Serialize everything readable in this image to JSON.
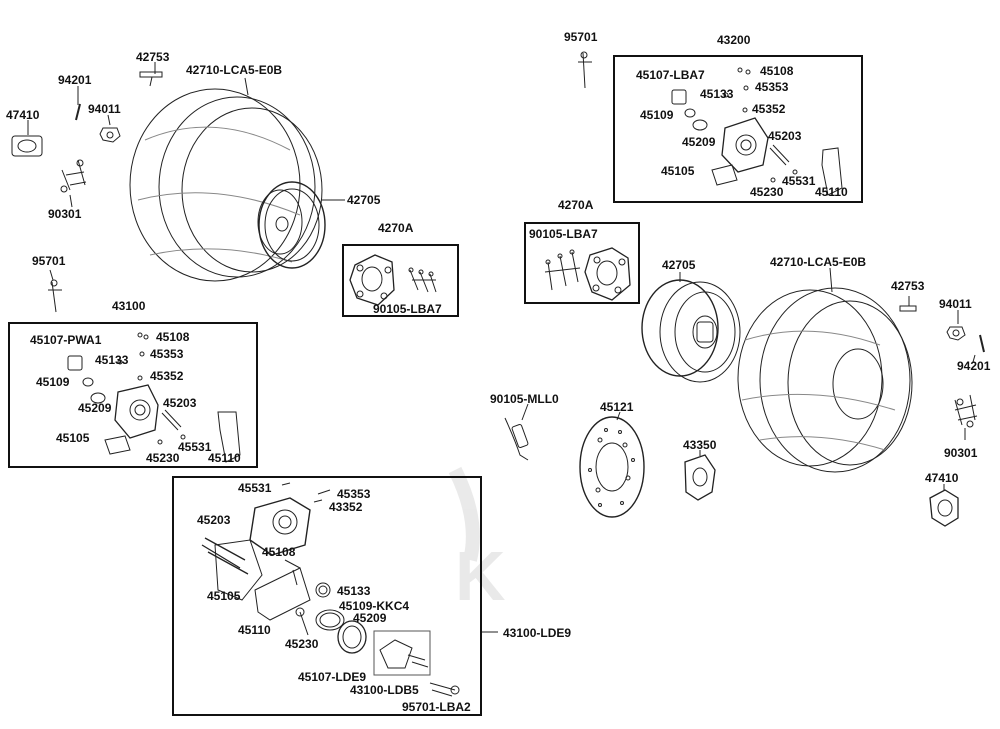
{
  "diagram": {
    "wm_text": "K",
    "top_left": {
      "tire": "42710-LCA5-E0B",
      "valve": "42753",
      "rim": "42705",
      "bearing": "47410",
      "cap": "94201",
      "nut": "94011",
      "stud": "90301",
      "bolt": "95701"
    },
    "hub_left": {
      "assembly": "4270A",
      "bolt": "90105-LBA7"
    },
    "caliper_left": {
      "assembly": "43100",
      "items": [
        "45107-PWA1",
        "45108",
        "45133",
        "45353",
        "45109",
        "45352",
        "45209",
        "45203",
        "45105",
        "45531",
        "45230",
        "45110"
      ]
    },
    "caliper_detail": {
      "assembly": "43100-LDE9",
      "items": [
        "45531",
        "45353",
        "43352",
        "45203",
        "45108",
        "45105",
        "45133",
        "45109-KKC4",
        "45209",
        "45110",
        "45230",
        "45107-LDE9",
        "43100-LDB5",
        "95701-LBA2"
      ]
    },
    "top_right": {
      "bolt": "95701",
      "assembly": "43200",
      "items": [
        "45107-LBA7",
        "45108",
        "45133",
        "45353",
        "45352",
        "45109",
        "45203",
        "45209",
        "45105",
        "45531",
        "45230",
        "45110"
      ]
    },
    "hub_right": {
      "assembly": "4270A",
      "bolt": "90105-LBA7"
    },
    "right_side": {
      "rim": "42705",
      "tire": "42710-LCA5-E0B",
      "valve": "42753",
      "nut": "94011",
      "cap": "94201",
      "sensor": "90105-MLL0",
      "disc": "45121",
      "knuckle": "43350",
      "stud": "90301",
      "bearing": "47410"
    }
  }
}
